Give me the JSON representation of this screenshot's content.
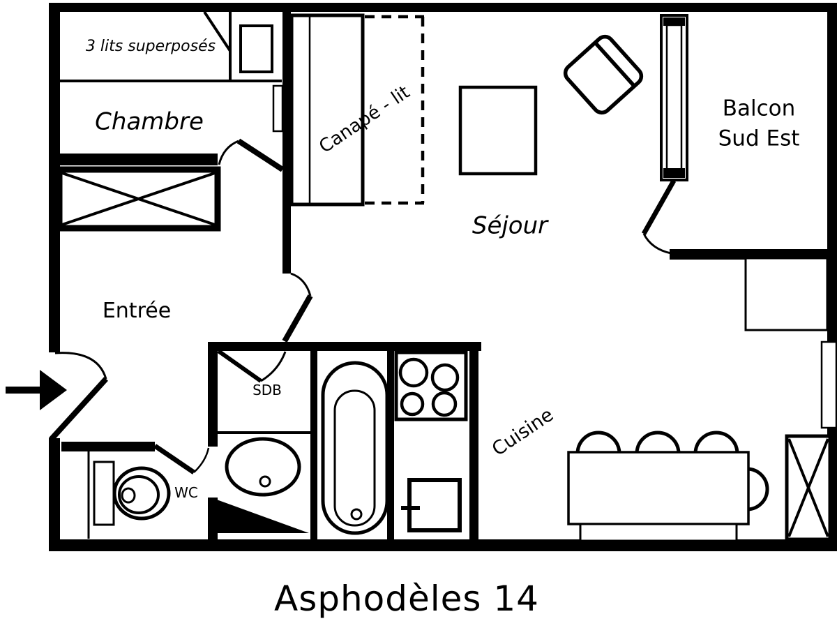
{
  "diagram": {
    "type": "floor-plan",
    "title": "Asphodèles 14",
    "rooms": [
      "Chambre",
      "Entrée",
      "Séjour",
      "Cuisine",
      "SDB",
      "WC",
      "Balcon Sud Est"
    ]
  },
  "labels": {
    "bunk_beds": "3 lits superposés",
    "chambre": "Chambre",
    "canape_lit": "Canapé - lit",
    "sejour": "Séjour",
    "balcon_line1": "Balcon",
    "balcon_line2": "Sud Est",
    "entree": "Entrée",
    "sdb": "SDB",
    "wc": "WC",
    "cuisine": "Cuisine",
    "title": "Asphodèles 14"
  },
  "colors": {
    "line": "#000000",
    "background": "#ffffff"
  }
}
